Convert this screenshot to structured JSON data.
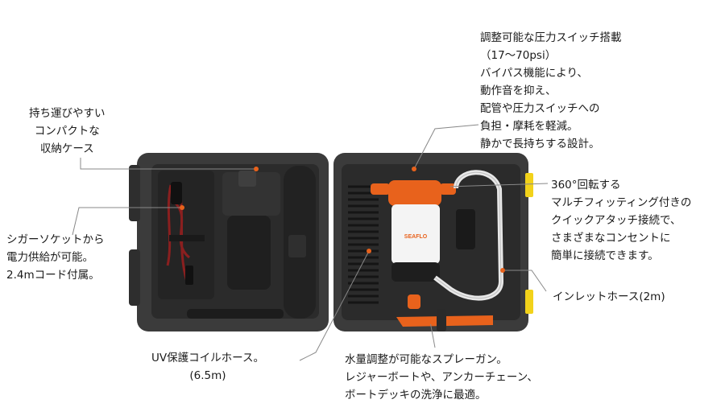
{
  "callouts": {
    "case": [
      "持ち運びやすい",
      "コンパクトな",
      "収納ケース"
    ],
    "cigar": [
      "シガーソケットから",
      "電力供給が可能。",
      "2.4mコード付属。"
    ],
    "uv_hose": [
      "UV保護コイルホース。",
      "(6.5m)"
    ],
    "pump": [
      "調整可能な圧力スイッチ搭載",
      "（17〜70psi）",
      "バイパス機能により、",
      "動作音を抑え、",
      "配管や圧力スイッチへの",
      "負担・摩耗を軽減。",
      "静かで長持ちする設計。"
    ],
    "fitting": [
      "360°回転する",
      "マルチフィッティング付きの",
      "クイックアタッチ接続で、",
      "さまざまなコンセントに",
      "簡単に接続できます。"
    ],
    "inlet": [
      "インレットホース(2m)"
    ],
    "gun": [
      "水量調整が可能なスプレーガン。",
      "レジャーボートや、アンカーチェーン、",
      "ボートデッキの洗浄に最適。"
    ]
  },
  "pump_label": "SEAFLO",
  "colors": {
    "case": "#3a3a3a",
    "case_inner": "#2a2a2a",
    "accent": "#e8621c",
    "latch": "#f2d21a",
    "leader": "#888888"
  }
}
